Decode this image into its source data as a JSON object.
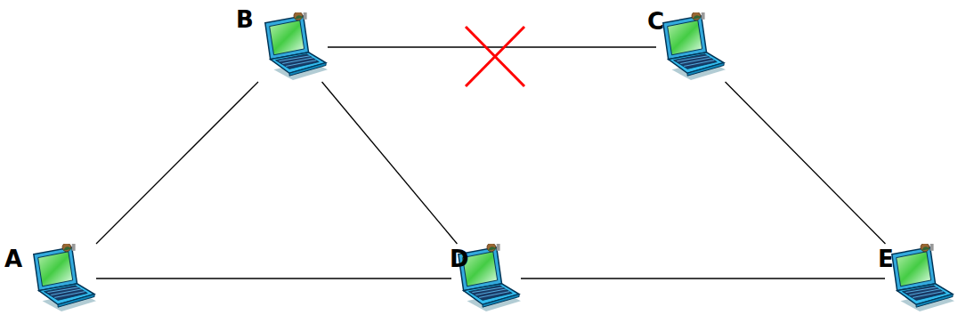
{
  "diagram": {
    "nodes": [
      {
        "text": [
          "B"
        ]
      },
      {
        "text": [
          "C"
        ]
      },
      {
        "text": [
          "A"
        ]
      },
      {
        "text": [
          "D"
        ]
      },
      {
        "text": [
          "E"
        ]
      }
    ],
    "edges": [
      {
        "from": 0,
        "to": 1,
        "arrow": "none"
      },
      {
        "from": 2,
        "to": 0,
        "arrow": "none"
      },
      {
        "from": 0,
        "to": 3,
        "arrow": "none"
      },
      {
        "from": 2,
        "to": 3,
        "arrow": "none"
      },
      {
        "from": 3,
        "to": 4,
        "arrow": "none"
      },
      {
        "from": 1,
        "to": 4,
        "arrow": "none"
      }
    ]
  }
}
